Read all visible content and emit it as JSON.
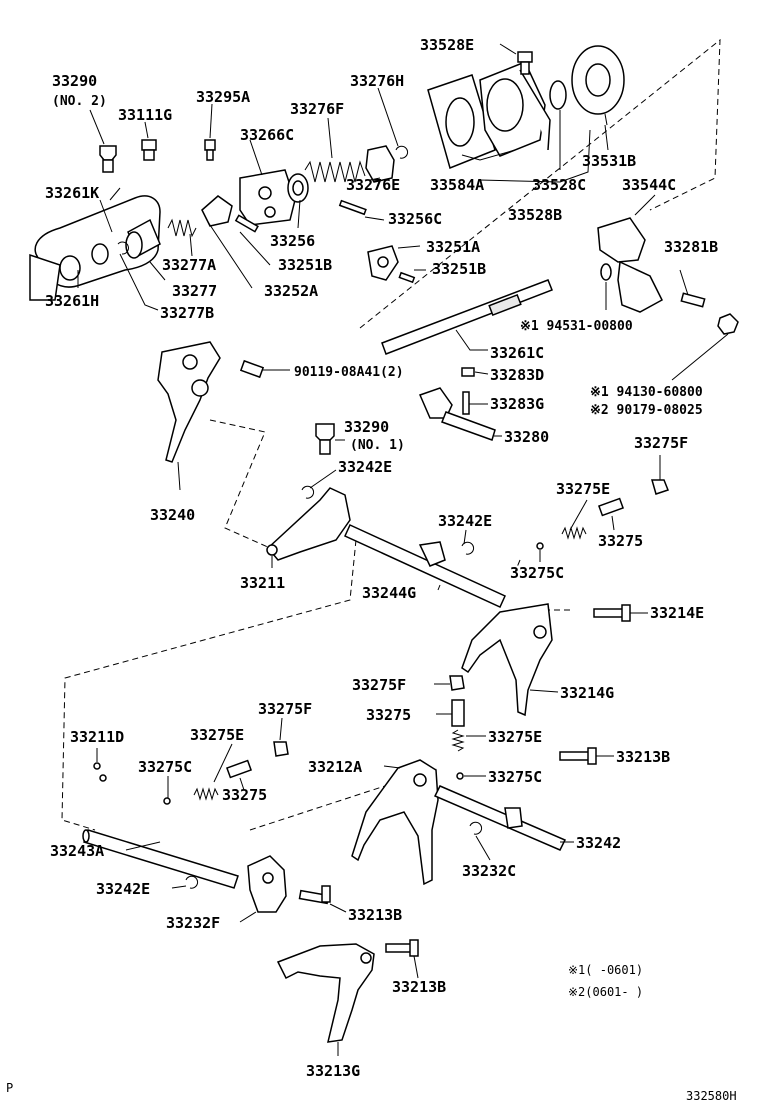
{
  "labels": {
    "p33290_no2": "33290",
    "p33290_no2_sub": "(NO. 2)",
    "p33111G": "33111G",
    "p33295A": "33295A",
    "p33276H": "33276H",
    "p33528E": "33528E",
    "p33276F": "33276F",
    "p33266C": "33266C",
    "p33261K": "33261K",
    "p33276E": "33276E",
    "p33584A": "33584A",
    "p33528C": "33528C",
    "p33531B": "33531B",
    "p33544C": "33544C",
    "p33528B": "33528B",
    "p33256C": "33256C",
    "p33256": "33256",
    "p33251A": "33251A",
    "p33277A": "33277A",
    "p33251B_a": "33251B",
    "p33251B_b": "33251B",
    "p33281B": "33281B",
    "p33277": "33277",
    "p33252A": "33252A",
    "p33261H": "33261H",
    "p33277B": "33277B",
    "p94531": "※1 94531-00800",
    "p33261C": "33261C",
    "p90119": "90119-08A41(2)",
    "p33283D": "33283D",
    "p94130": "※1 94130-60800",
    "p90179": "※2 90179-08025",
    "p33283G": "33283G",
    "p33290_no1": "33290",
    "p33290_no1_sub": "(NO. 1)",
    "p33280": "33280",
    "p33275F_a": "33275F",
    "p33242E_a": "33242E",
    "p33240": "33240",
    "p33275E_a": "33275E",
    "p33242E_b": "33242E",
    "p33275_a": "33275",
    "p33211": "33211",
    "p33244G": "33244G",
    "p33275C_a": "33275C",
    "p33214E": "33214E",
    "p33275F_b": "33275F",
    "p33214G": "33214G",
    "p33275_b": "33275",
    "p33275F_c": "33275F",
    "p33211D": "33211D",
    "p33275E_b": "33275E",
    "p33275E_c": "33275E",
    "p33212A": "33212A",
    "p33213B_a": "33213B",
    "p33275C_b": "33275C",
    "p33275C_c": "33275C",
    "p33275_c": "33275",
    "p33242": "33242",
    "p33243A": "33243A",
    "p33232C": "33232C",
    "p33242E_c": "33242E",
    "p33213B_b": "33213B",
    "p33232F": "33232F",
    "p33213B_c": "33213B",
    "p33213G": "33213G"
  },
  "notes": {
    "n1": "※1(     -0601)",
    "n2": "※2(0601-     )"
  },
  "footer": {
    "left_mark": "P",
    "diagram_id": "332580H"
  }
}
